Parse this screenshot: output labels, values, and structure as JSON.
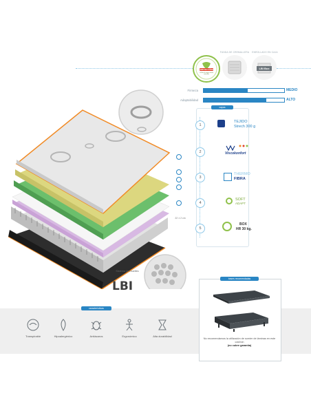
{
  "badges": {
    "seal_text": "TEJIDO DE CÁÑAMO",
    "seal_subtext": "La fibra de origen natural sostenible",
    "cover_caption": "Funda de cremallera",
    "box_caption": "Enrollado en caja",
    "box_logo": "LBI Box"
  },
  "ratings": [
    {
      "label": "Firmeza",
      "value_label": "MEDIO",
      "level": 0.55
    },
    {
      "label": "Adaptabilidad",
      "value_label": "ALTO",
      "level": 0.78
    }
  ],
  "layers": {
    "header": "capas",
    "items": [
      {
        "number": "1",
        "title": "TEJIDO",
        "subtitle": "Strech 300 g",
        "icon": "fabric-roll-icon",
        "color": "#2a86c4"
      },
      {
        "number": "2",
        "title": "Viscokonfort",
        "subtitle": "",
        "icon": "viscokonfort-logo-icon",
        "color": "#2a86c4"
      },
      {
        "number": "3",
        "title": "THERMO",
        "subtitle": "FIBRA",
        "icon": "thermo-fiber-icon",
        "color": "#2a86c4"
      },
      {
        "number": "4",
        "title": "SOFT",
        "subtitle": "ADAPT",
        "icon": "soft-adapt-icon",
        "color": "#7aa83a"
      },
      {
        "number": "5",
        "title": "BOX",
        "subtitle": "HR 30 kg.",
        "icon": "box-hr-icon",
        "color": "#333333"
      }
    ]
  },
  "diagram": {
    "markers": [
      "1",
      "2",
      "3",
      "4",
      "5"
    ],
    "thickness_note": "22 ± 2 cm",
    "spring_caption": "Sistema de muelles",
    "spring_logo": "LBI"
  },
  "features": {
    "header": "características",
    "items": [
      {
        "label": "Transpirable",
        "icon": "breathable-icon"
      },
      {
        "label": "Hipoalergénico",
        "icon": "hypoallergenic-icon"
      },
      {
        "label": "Antiácaros",
        "icon": "anti-mite-icon"
      },
      {
        "label": "Ergonómico",
        "icon": "ergonomic-icon"
      },
      {
        "label": "Alta durabilidad",
        "icon": "durability-icon"
      }
    ]
  },
  "bases": {
    "header": "bases recomendadas",
    "note": "No recomendamos la utilización de somier de láminas en este colchón",
    "note_bold": "(no cubre garantía)"
  },
  "colors": {
    "accent": "#2a86c4",
    "orange": "#f18a24",
    "green": "#5fae4a",
    "yellow": "#d8d47a",
    "purple": "#c9a2d6"
  }
}
